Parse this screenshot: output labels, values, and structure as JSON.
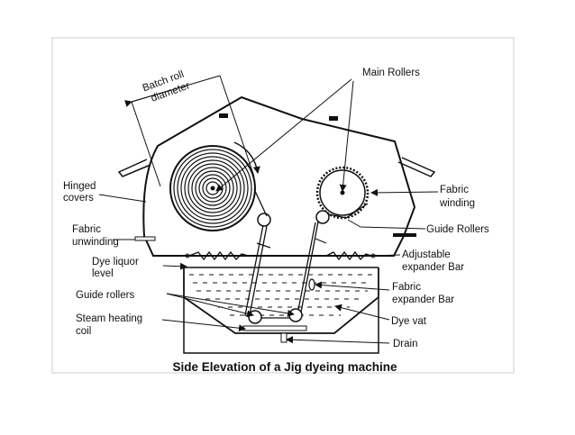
{
  "labels": {
    "batch_roll_diameter_line1": "Batch roll",
    "batch_roll_diameter_line2": "diameter",
    "main_rollers": "Main Rollers",
    "hinged_covers_line1": "Hinged",
    "hinged_covers_line2": "covers",
    "fabric_winding_line1": "Fabric",
    "fabric_winding_line2": "winding",
    "fabric_unwinding_line1": "Fabric",
    "fabric_unwinding_line2": "unwinding",
    "guide_rollers_right": "Guide Rollers",
    "dye_liquor_level_line1": "Dye liquor",
    "dye_liquor_level_line2": "level",
    "adjustable_expander_bar_line1": "Adjustable",
    "adjustable_expander_bar_line2": "expander Bar",
    "guide_rollers_left": "Guide rollers",
    "fabric_expander_bar_line1": "Fabric",
    "fabric_expander_bar_line2": "expander Bar",
    "steam_heating_coil_line1": "Steam heating",
    "steam_heating_coil_line2": "coil",
    "dye_vat": "Dye vat",
    "drain": "Drain"
  },
  "caption": "Side Elevation of a Jig dyeing machine"
}
